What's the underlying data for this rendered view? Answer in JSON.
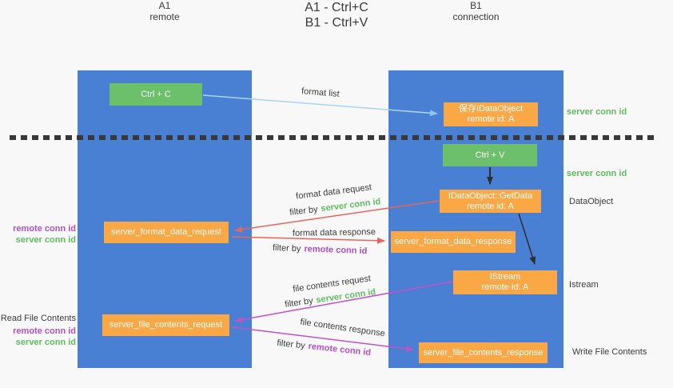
{
  "title": {
    "line1": "A1 - Ctrl+C",
    "line2": "B1 - Ctrl+V"
  },
  "lanes": {
    "left": {
      "name": "A1",
      "role": "remote"
    },
    "right": {
      "name": "B1",
      "role": "connection"
    }
  },
  "boxes": {
    "ctrl_c": {
      "label": "Ctrl + C"
    },
    "save_dataobject": {
      "line1": "保存IDataObject",
      "line2": "remote id: A"
    },
    "ctrl_v": {
      "label": "Ctrl + V"
    },
    "getdata": {
      "line1": "IDataObject::GetData",
      "line2": "remote id: A"
    },
    "format_request": {
      "label": "server_format_data_request"
    },
    "format_response": {
      "label": "server_format_data_response"
    },
    "istream": {
      "line1": "IStream",
      "line2": "remote id: A"
    },
    "file_request": {
      "label": "server_file_contents_request"
    },
    "file_response": {
      "label": "server_file_contents_response"
    }
  },
  "side_labels": {
    "server_conn_id_top": "server conn id",
    "server_conn_id_mid": "server conn id",
    "dataobject": "DataObject",
    "istream": "Istream",
    "write_file_contents": "Write File Contents",
    "read_file_contents": "Read File Contents",
    "format_pair": {
      "remote": "remote conn id",
      "server": "server conn id"
    },
    "file_pair": {
      "remote": "remote conn id",
      "server": "server conn id"
    }
  },
  "arrows": {
    "format_list": {
      "label": "format list"
    },
    "format_data_request": {
      "label": "format data request",
      "filter_prefix": "filter by",
      "filter_key": "server conn id"
    },
    "format_data_response": {
      "label": "format data response",
      "filter_prefix": "filter by",
      "filter_key": "remote conn id"
    },
    "file_contents_request": {
      "label": "file contents request",
      "filter_prefix": "filter by",
      "filter_key": "server conn id"
    },
    "file_contents_response": {
      "label": "file contents response",
      "filter_prefix": "filter by",
      "filter_key": "remote conn id"
    }
  },
  "colors": {
    "lane": "#4a80d3",
    "box_orange": "#f9a845",
    "box_green": "#6cbf6b",
    "text_green": "#5fbc5f",
    "text_purple": "#b44fc8",
    "text_dark": "#3c3c3c",
    "arrow_red": "#e5655e",
    "arrow_magenta": "#c153c6",
    "arrow_blue": "#a8d4f2",
    "arrow_black": "#2d2d2d",
    "bg": "#f8f8f8"
  }
}
